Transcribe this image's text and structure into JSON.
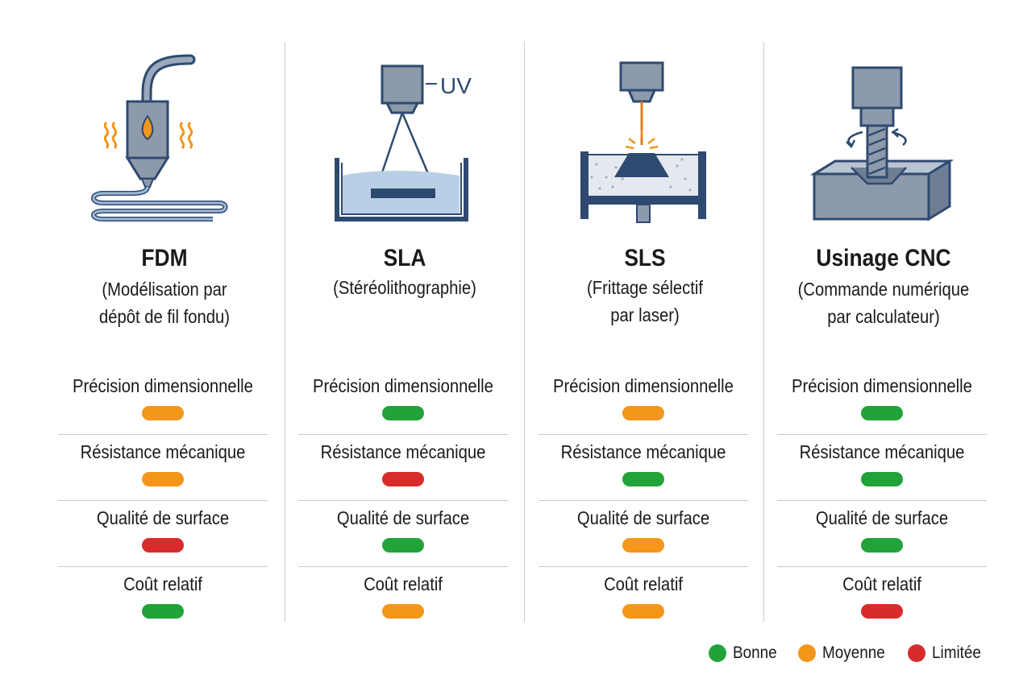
{
  "colors": {
    "good": "#22a33a",
    "medium": "#f3961a",
    "limited": "#d82c2c"
  },
  "columns": [
    {
      "title": "FDM",
      "subtitle": [
        "(Modélisation par",
        "dépôt de fil fondu)"
      ],
      "criteria": [
        {
          "label": "Précision dimensionnelle",
          "rating": "medium"
        },
        {
          "label": "Résistance mécanique",
          "rating": "medium"
        },
        {
          "label": "Qualité de surface",
          "rating": "limited"
        },
        {
          "label": "Coût relatif",
          "rating": "good"
        }
      ]
    },
    {
      "title": "SLA",
      "subtitle": [
        "(Stéréolithographie)"
      ],
      "illustration_text": "UV",
      "criteria": [
        {
          "label": "Précision dimensionnelle",
          "rating": "good"
        },
        {
          "label": "Résistance mécanique",
          "rating": "limited"
        },
        {
          "label": "Qualité de surface",
          "rating": "good"
        },
        {
          "label": "Coût relatif",
          "rating": "medium"
        }
      ]
    },
    {
      "title": "SLS",
      "subtitle": [
        "(Frittage sélectif",
        "par laser)"
      ],
      "criteria": [
        {
          "label": "Précision dimensionnelle",
          "rating": "medium"
        },
        {
          "label": "Résistance mécanique",
          "rating": "good"
        },
        {
          "label": "Qualité de surface",
          "rating": "medium"
        },
        {
          "label": "Coût relatif",
          "rating": "medium"
        }
      ]
    },
    {
      "title": "Usinage CNC",
      "subtitle": [
        "(Commande numérique",
        "par calculateur)"
      ],
      "criteria": [
        {
          "label": "Précision dimensionnelle",
          "rating": "good"
        },
        {
          "label": "Résistance mécanique",
          "rating": "good"
        },
        {
          "label": "Qualité de surface",
          "rating": "good"
        },
        {
          "label": "Coût relatif",
          "rating": "limited"
        }
      ]
    }
  ],
  "legend": [
    {
      "label": "Bonne",
      "rating": "good"
    },
    {
      "label": "Moyenne",
      "rating": "medium"
    },
    {
      "label": "Limitée",
      "rating": "limited"
    }
  ]
}
